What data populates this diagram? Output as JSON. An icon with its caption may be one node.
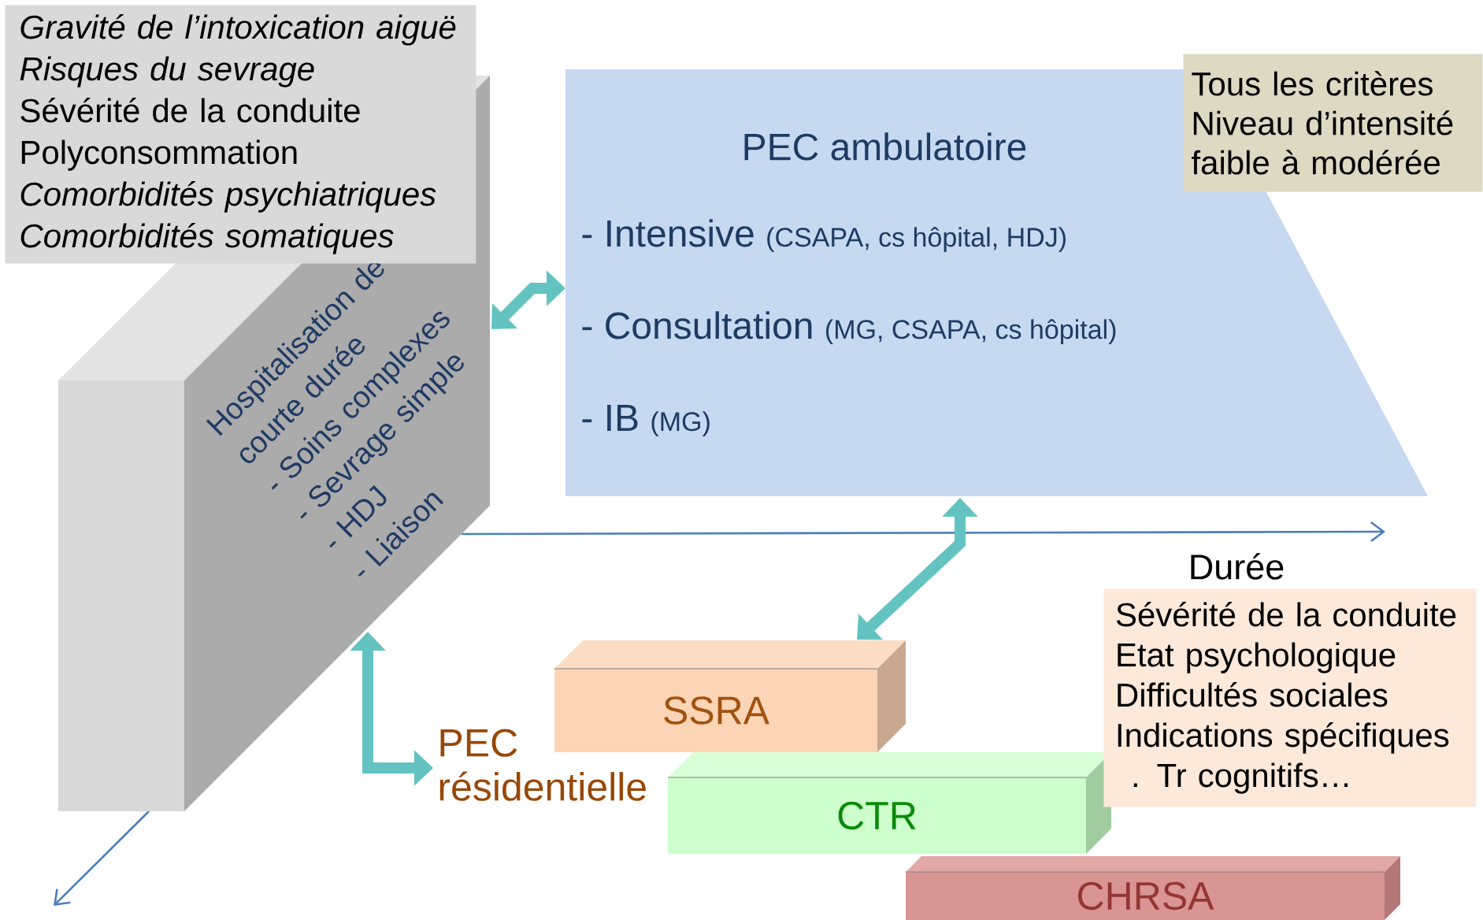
{
  "diagram": {
    "nodes": [
      {
        "text": [
          "Gravité de l’intoxication aiguë",
          "Risques du sevrage",
          "Sévérité de la conduite",
          "Polyconsommation",
          "Comorbidités psychiatriques",
          "Comorbidités somatiques"
        ]
      },
      {
        "text": [
          "Hospitalisation de courte durée",
          "- Soins complexes",
          "- Sevrage simple",
          "- HDJ",
          "- Liaison"
        ]
      },
      {
        "text": [
          "PEC ambulatoire",
          "- Intensive",
          "(CSAPA, cs hôpital, HDJ)",
          "- Consultation",
          "(MG, CSAPA, cs hôpital)",
          "- IB",
          "(MG)"
        ]
      },
      {
        "text": [
          "Tous les critères",
          "Niveau d’intensité",
          "faible à modérée"
        ]
      },
      {
        "text": [
          "Sévérité de la conduite",
          "Etat psychologique",
          "Difficultés sociales",
          "Indications spécifiques",
          ". Tr cognitifs…"
        ]
      },
      {
        "text": [
          "PEC résidentielle"
        ]
      },
      {
        "text": [
          "SSRA"
        ]
      },
      {
        "text": [
          "CTR"
        ]
      },
      {
        "text": [
          "CHRSA"
        ]
      }
    ],
    "edges": [
      {
        "from": 1,
        "to": 2,
        "arrow": "both"
      },
      {
        "from": 2,
        "to": 6,
        "arrow": "both"
      },
      {
        "from": 1,
        "to": 5,
        "arrow": "both"
      }
    ],
    "labels": [
      "Durée"
    ]
  }
}
